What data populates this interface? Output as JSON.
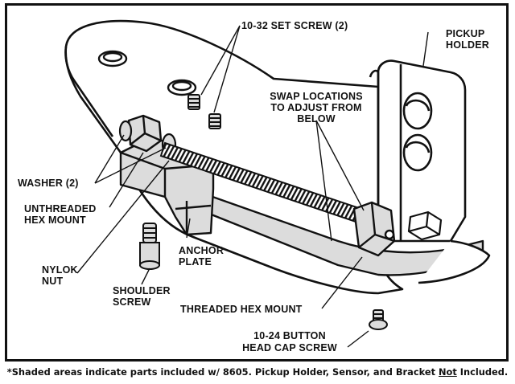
{
  "labels": {
    "set_screw": "10-32 SET SCREW (2)",
    "pickup_holder": [
      "PICKUP",
      "HOLDER"
    ],
    "swap_locations": [
      "SWAP LOCATIONS",
      "TO ADJUST FROM",
      "BELOW"
    ],
    "washer": "WASHER (2)",
    "unthreaded_hex_mount": [
      "UNTHREADED",
      "HEX MOUNT"
    ],
    "anchor_plate": [
      "ANCHOR",
      "PLATE"
    ],
    "nylok_nut": [
      "NYLOK",
      "NUT"
    ],
    "shoulder_screw": [
      "SHOULDER",
      "SCREW"
    ],
    "threaded_hex_mount": "THREADED HEX MOUNT",
    "button_head_cap_screw": [
      "10-24 BUTTON",
      "HEAD CAP SCREW"
    ]
  },
  "caption": {
    "before": "*Shaded areas indicate parts included w/ 8605. Pickup Holder, Sensor, and Bracket ",
    "underlined": "Not",
    "after": " Included."
  },
  "colors": {
    "line": "#111111",
    "shade": "#dcdcdc",
    "background": "#ffffff"
  }
}
